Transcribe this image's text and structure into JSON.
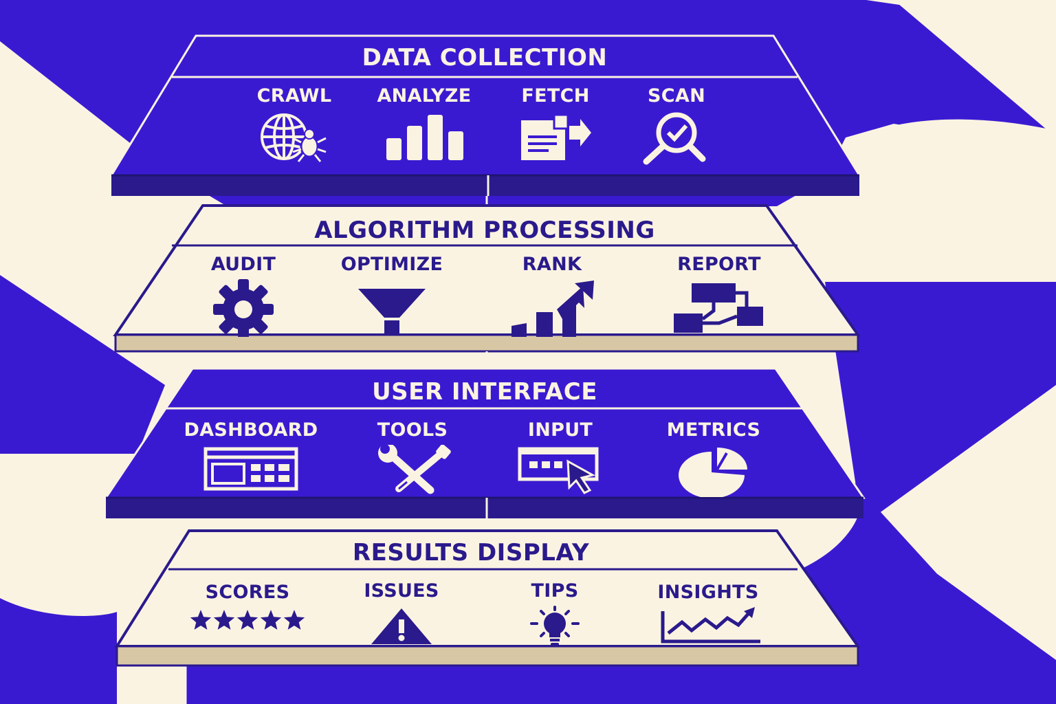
{
  "colors": {
    "primary": "#3a1ad1",
    "cream": "#fbf3e2",
    "navy": "#2a1a8c",
    "tan": "#d8c7a4"
  },
  "layers": [
    {
      "title": "DATA COLLECTION",
      "style": "dark",
      "items": [
        {
          "label": "CRAWL",
          "icon": "globe-spider-icon"
        },
        {
          "label": "ANALYZE",
          "icon": "bar-chart-icon"
        },
        {
          "label": "FETCH",
          "icon": "document-arrow-icon"
        },
        {
          "label": "SCAN",
          "icon": "magnifier-check-icon"
        }
      ]
    },
    {
      "title": "ALGORITHM PROCESSING",
      "style": "light",
      "items": [
        {
          "label": "AUDIT",
          "icon": "gear-icon"
        },
        {
          "label": "OPTIMIZE",
          "icon": "funnel-icon"
        },
        {
          "label": "RANK",
          "icon": "rising-bars-icon"
        },
        {
          "label": "REPORT",
          "icon": "flowchart-icon"
        }
      ]
    },
    {
      "title": "USER INTERFACE",
      "style": "dark",
      "items": [
        {
          "label": "DASHBOARD",
          "icon": "dashboard-window-icon"
        },
        {
          "label": "TOOLS",
          "icon": "wrench-screwdriver-icon"
        },
        {
          "label": "INPUT",
          "icon": "input-cursor-icon"
        },
        {
          "label": "METRICS",
          "icon": "pie-chart-icon"
        }
      ]
    },
    {
      "title": "RESULTS DISPLAY",
      "style": "light",
      "items": [
        {
          "label": "SCORES",
          "icon": "five-stars-icon",
          "rating": 5
        },
        {
          "label": "ISSUES",
          "icon": "warning-triangle-icon"
        },
        {
          "label": "TIPS",
          "icon": "lightbulb-icon"
        },
        {
          "label": "INSIGHTS",
          "icon": "trend-line-icon"
        }
      ]
    }
  ]
}
